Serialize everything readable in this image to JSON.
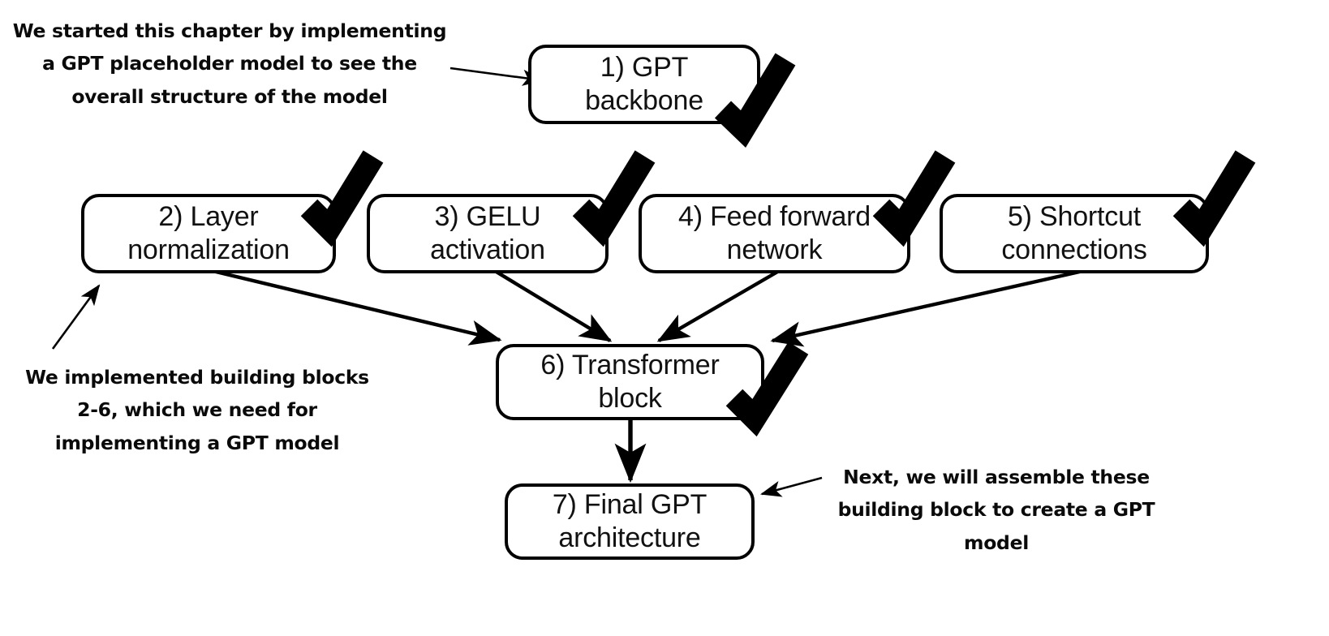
{
  "diagram": {
    "title": "GPT chapter building blocks overview",
    "background_color": "#ffffff",
    "stroke_color": "#000000",
    "nodes": [
      {
        "id": "node-1",
        "label": "1) GPT\nbackbone",
        "number": "1",
        "checked": true,
        "check_position": "bottom-right"
      },
      {
        "id": "node-2",
        "label": "2) Layer\nnormalization",
        "number": "2",
        "checked": true,
        "check_position": "top-right"
      },
      {
        "id": "node-3",
        "label": "3) GELU\nactivation",
        "number": "3",
        "checked": true,
        "check_position": "top-right"
      },
      {
        "id": "node-4",
        "label": "4) Feed forward\nnetwork",
        "number": "4",
        "checked": true,
        "check_position": "top-right"
      },
      {
        "id": "node-5",
        "label": "5) Shortcut\nconnections",
        "number": "5",
        "checked": true,
        "check_position": "top-right"
      },
      {
        "id": "node-6",
        "label": "6) Transformer\nblock",
        "number": "6",
        "checked": true,
        "check_position": "bottom-right"
      },
      {
        "id": "node-7",
        "label": "7) Final GPT\narchitecture",
        "number": "7",
        "checked": false,
        "check_position": "none"
      }
    ],
    "notes": [
      {
        "id": "note-top-left",
        "text": "We started this chapter by implementing\na GPT placeholder model to see the\noverall structure of the model",
        "points_to": "node-1"
      },
      {
        "id": "note-bottom-left",
        "text": "We implemented building blocks\n2-6, which we need for\nimplementing a GPT model",
        "points_to": "node-2"
      },
      {
        "id": "note-bottom-right",
        "text": "Next, we will assemble these\nbuilding block to create a GPT\nmodel",
        "points_to": "node-7"
      }
    ],
    "edges": [
      {
        "from": "node-2",
        "to": "node-6"
      },
      {
        "from": "node-3",
        "to": "node-6"
      },
      {
        "from": "node-4",
        "to": "node-6"
      },
      {
        "from": "node-5",
        "to": "node-6"
      },
      {
        "from": "node-6",
        "to": "node-7"
      }
    ]
  }
}
